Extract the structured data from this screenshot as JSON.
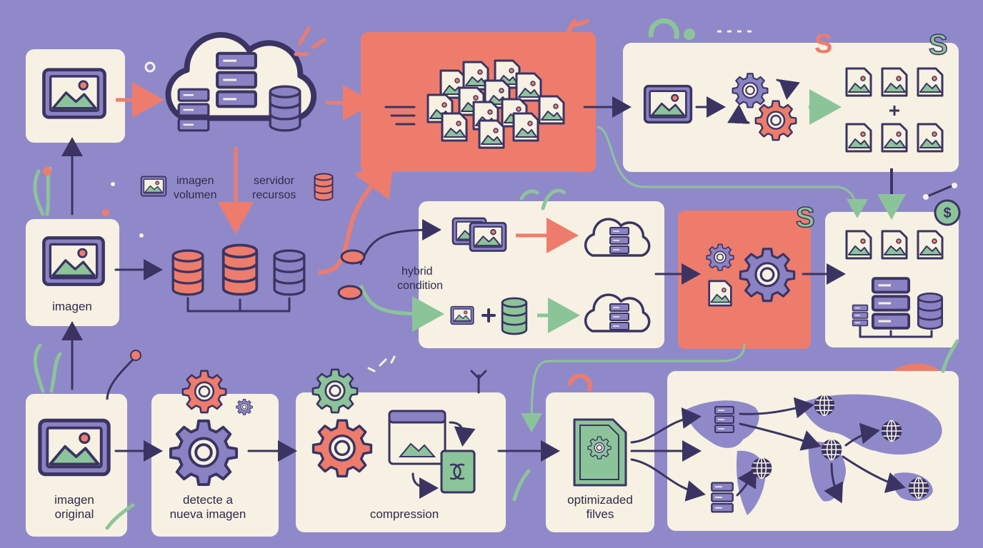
{
  "labels": {
    "legend_imagen": "imagen",
    "legend_volumen": "volumen",
    "legend_servidor": "servidor",
    "legend_recursos": "recursos",
    "imagen": "imagen",
    "imagen_original_1": "imagen",
    "imagen_original_2": "original",
    "detecte_1": "detecte a",
    "detecte_2": "nueva imagen",
    "compression": "compression",
    "optimized_1": "optimizaded",
    "optimized_2": "filves",
    "hybrid_1": "hybrid",
    "hybrid_2": "condition"
  },
  "colors": {
    "background": "#9089c9",
    "panel": "#f6f1e2",
    "accent_red": "#ee7c6c",
    "ink_purple": "#3b3463",
    "green": "#8cc49a",
    "server_purple": "#8a82c2"
  }
}
